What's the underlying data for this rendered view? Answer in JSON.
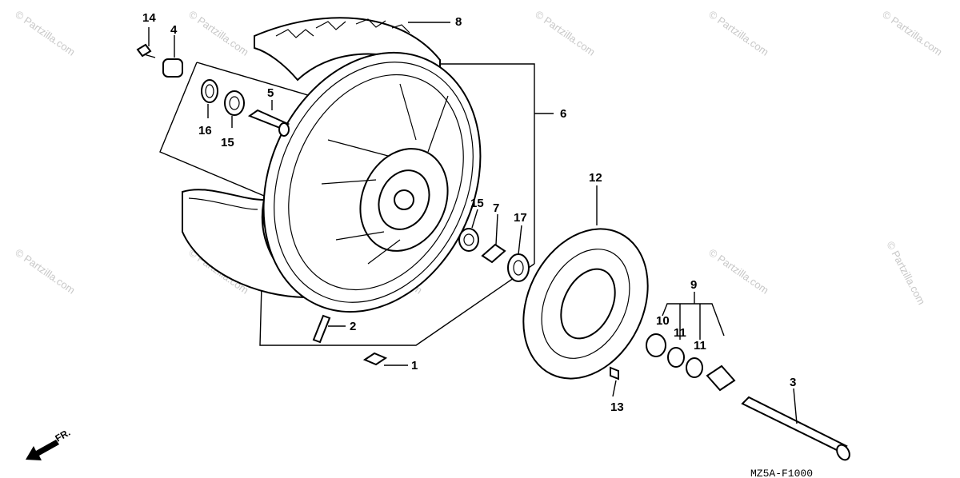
{
  "diagram": {
    "callouts": [
      "14",
      "4",
      "8",
      "5",
      "6",
      "16",
      "15",
      "12",
      "15",
      "7",
      "17",
      "9",
      "10",
      "11",
      "11",
      "2",
      "1",
      "13",
      "3"
    ],
    "front_label": "FR.",
    "drawing_code": "MZ5A-F1000",
    "watermark": "© Partzilla.com"
  }
}
